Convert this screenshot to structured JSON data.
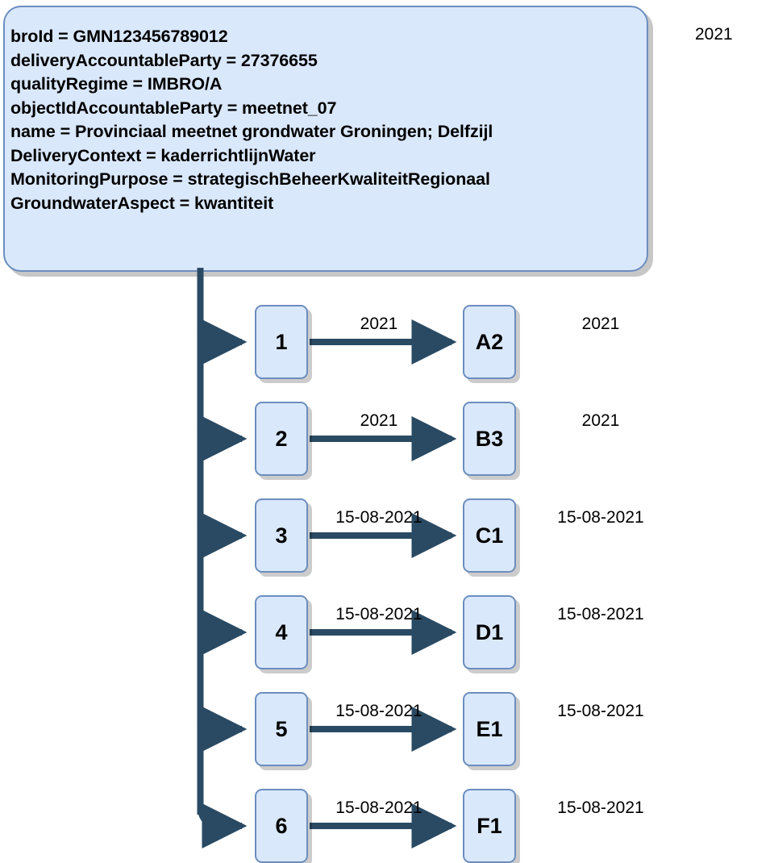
{
  "diagram": {
    "title_label": "2021",
    "root": {
      "name": "gmn-info-box",
      "attributes": [
        "broId = GMN123456789012",
        "deliveryAccountableParty = 27376655",
        "qualityRegime = IMBRO/A",
        "objectIdAccountableParty = meetnet_07",
        "name = Provinciaal meetnet grondwater Groningen; Delfzijl",
        "DeliveryContext = kaderrichtlijnWater",
        "MonitoringPurpose = strategischBeheerKwaliteitRegionaal",
        "GroundwaterAspect = kwantiteit"
      ]
    },
    "rows": [
      {
        "index": "1",
        "source": "1",
        "edge_label": "2021",
        "target": "A2",
        "right_label": "2021"
      },
      {
        "index": "2",
        "source": "2",
        "edge_label": "2021",
        "target": "B3",
        "right_label": "2021"
      },
      {
        "index": "3",
        "source": "3",
        "edge_label": "15-08-2021",
        "target": "C1",
        "right_label": "15-08-2021"
      },
      {
        "index": "4",
        "source": "4",
        "edge_label": "15-08-2021",
        "target": "D1",
        "right_label": "15-08-2021"
      },
      {
        "index": "5",
        "source": "5",
        "edge_label": "15-08-2021",
        "target": "E1",
        "right_label": "15-08-2021"
      },
      {
        "index": "6",
        "source": "6",
        "edge_label": "15-08-2021",
        "target": "F1",
        "right_label": "15-08-2021"
      }
    ],
    "colors": {
      "node_fill": "#dae8fc",
      "node_border": "#6c8ebf",
      "connector": "#2a4a63",
      "text": "#000000",
      "background": "#ffffff",
      "shadow": "#b8b8b8"
    }
  }
}
